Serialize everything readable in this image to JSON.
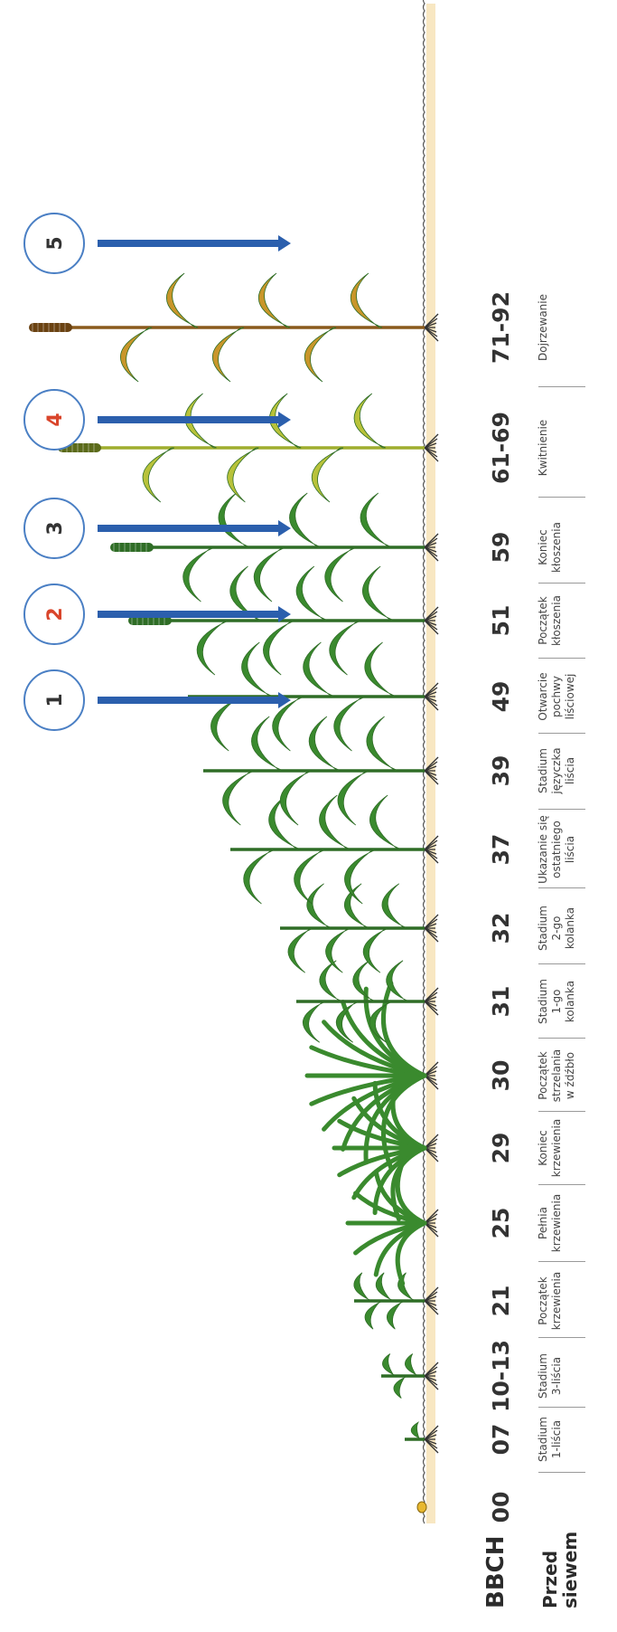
{
  "labels": {
    "bbch": "BBCH",
    "przed_siewem_1": "Przed",
    "przed_siewem_2": "siewem"
  },
  "stages": [
    {
      "code": "00",
      "desc": [
        "",
        "",
        ""
      ]
    },
    {
      "code": "07",
      "desc": [
        "Stadium",
        "1-liścia",
        ""
      ]
    },
    {
      "code": "10-13",
      "desc": [
        "Stadium",
        "3-liścia",
        ""
      ]
    },
    {
      "code": "21",
      "desc": [
        "Początek",
        "krzewienia",
        ""
      ]
    },
    {
      "code": "25",
      "desc": [
        "Pełnia",
        "krzewienia",
        ""
      ]
    },
    {
      "code": "29",
      "desc": [
        "Koniec",
        "krzewienia",
        ""
      ]
    },
    {
      "code": "30",
      "desc": [
        "Początek",
        "strzelania",
        "w źdźbło"
      ]
    },
    {
      "code": "31",
      "desc": [
        "Stadium",
        "1-go",
        "kolanka"
      ]
    },
    {
      "code": "32",
      "desc": [
        "Stadium",
        "2-go",
        "kolanka"
      ]
    },
    {
      "code": "37",
      "desc": [
        "Ukazanie się",
        "ostatniego",
        "liścia"
      ]
    },
    {
      "code": "39",
      "desc": [
        "Stadium",
        "języczka",
        "liścia"
      ]
    },
    {
      "code": "49",
      "desc": [
        "Otwarcie",
        "pochwy",
        "liściowej"
      ]
    },
    {
      "code": "51",
      "desc": [
        "Początek",
        "kłoszenia",
        ""
      ]
    },
    {
      "code": "59",
      "desc": [
        "Koniec",
        "kłoszenia",
        ""
      ]
    },
    {
      "code": "61-69",
      "desc": [
        "Kwitnienie",
        "",
        ""
      ]
    },
    {
      "code": "71-92",
      "desc": [
        "Dojrzewanie",
        "",
        ""
      ]
    }
  ],
  "markers": [
    {
      "number": "1",
      "color": "#333333"
    },
    {
      "number": "2",
      "color": "#d9452b"
    },
    {
      "number": "3",
      "color": "#333333"
    },
    {
      "number": "4",
      "color": "#d9452b"
    },
    {
      "number": "5",
      "color": "#333333"
    }
  ],
  "colors": {
    "soil": "#f8e7c2",
    "arrow": "#2b5fad",
    "circle": "#4a7fc4",
    "leaf_green": "#3a8a2e",
    "leaf_dark": "#2f6d26",
    "leaf_yellow": "#b8c23a",
    "leaf_ripe": "#c8962a",
    "stem_ripe": "#8a5a1c",
    "root": "#333333"
  },
  "plants": [
    {
      "height": 0,
      "leaves": 0,
      "ear": false,
      "phase": "seed"
    },
    {
      "height": 22,
      "leaves": 1,
      "ear": false,
      "phase": "green"
    },
    {
      "height": 48,
      "leaves": 3,
      "ear": false,
      "phase": "green"
    },
    {
      "height": 78,
      "leaves": 5,
      "ear": false,
      "phase": "green"
    },
    {
      "height": 85,
      "leaves": 7,
      "ear": false,
      "phase": "green"
    },
    {
      "height": 100,
      "leaves": 9,
      "ear": false,
      "phase": "green"
    },
    {
      "height": 130,
      "leaves": 11,
      "ear": false,
      "phase": "green"
    },
    {
      "height": 142,
      "leaves": 6,
      "ear": false,
      "phase": "green"
    },
    {
      "height": 160,
      "leaves": 6,
      "ear": false,
      "phase": "green"
    },
    {
      "height": 215,
      "leaves": 6,
      "ear": false,
      "phase": "green"
    },
    {
      "height": 245,
      "leaves": 6,
      "ear": false,
      "phase": "green"
    },
    {
      "height": 262,
      "leaves": 6,
      "ear": false,
      "phase": "green"
    },
    {
      "height": 282,
      "leaves": 6,
      "ear": true,
      "phase": "green"
    },
    {
      "height": 302,
      "leaves": 6,
      "ear": true,
      "phase": "green"
    },
    {
      "height": 360,
      "leaves": 6,
      "ear": true,
      "phase": "yellow"
    },
    {
      "height": 392,
      "leaves": 6,
      "ear": true,
      "phase": "ripe"
    }
  ]
}
